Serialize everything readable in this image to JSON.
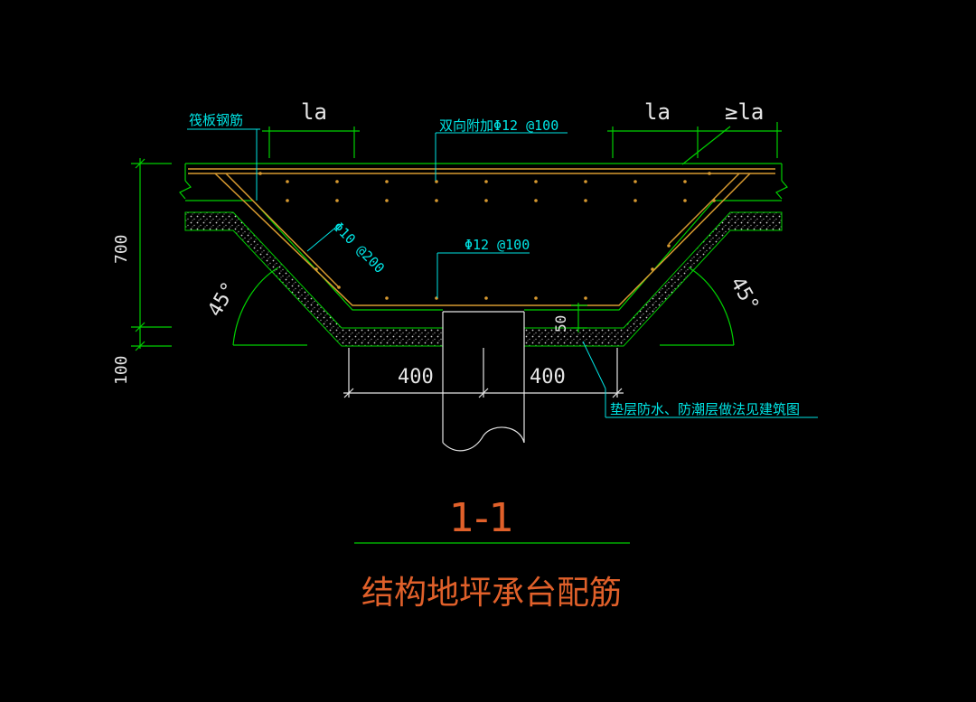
{
  "labels": {
    "raft_rebar": "筏板钢筋",
    "la_left": "la",
    "la_right": "la",
    "ge_la": "≥la",
    "added_bidirectional": "双向附加Φ12 @100",
    "diag_rebar": "Φ10 @200",
    "bottom_rebar": "Φ12 @100",
    "dim_700": "700",
    "dim_100": "100",
    "dim_50": "50",
    "dim_400_left": "400",
    "dim_400_right": "400",
    "angle_left": "45°",
    "angle_right": "45°",
    "waterproof_note": "垫层防水、防潮层做法见建筑图",
    "section_id": "1-1",
    "section_title": "结构地坪承台配筋"
  },
  "colors": {
    "background": "#000000",
    "concrete_outline": "#00d000",
    "annotation": "#00e5e5",
    "rebar": "#d89a30",
    "dimension": "#e6e6e6",
    "title": "#e0602a"
  }
}
